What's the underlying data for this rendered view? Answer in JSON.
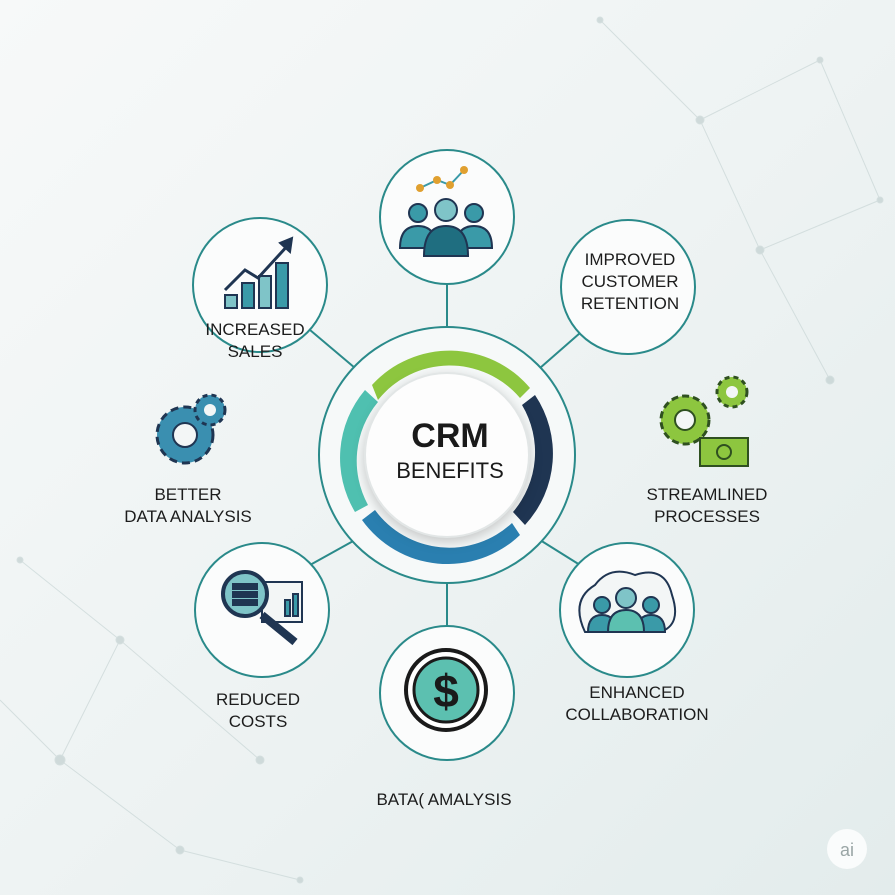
{
  "center": {
    "line1": "CRM",
    "line2": "BENEFITS"
  },
  "benefits": [
    {
      "id": "customer-network",
      "lines": []
    },
    {
      "id": "increased-sales",
      "lines": [
        "INCREASED",
        "SALES"
      ]
    },
    {
      "id": "improved-retention",
      "lines": [
        "IMPROVED",
        "CUSTOMER",
        "RETENTION"
      ]
    },
    {
      "id": "better-data-analysis",
      "lines": [
        "BETTER",
        "DATA ANALYSIS"
      ]
    },
    {
      "id": "streamlined-processes",
      "lines": [
        "STREAMLINED",
        "PROCESSES"
      ]
    },
    {
      "id": "reduced-costs",
      "lines": [
        "REDUCED",
        "COSTS"
      ]
    },
    {
      "id": "enhanced-collaboration",
      "lines": [
        "ENHANCED",
        "COLLABORATION"
      ]
    },
    {
      "id": "data-analysis-bottom",
      "lines": [
        "BATA( AMALYSIS"
      ]
    }
  ],
  "watermark": "ai",
  "colors": {
    "teal": "#2a8a8a",
    "green": "#8dc63f",
    "navy": "#1f3552",
    "blue": "#2a7fb0",
    "mint": "#4fc0b0",
    "icon_teal": "#3a9aa8"
  }
}
